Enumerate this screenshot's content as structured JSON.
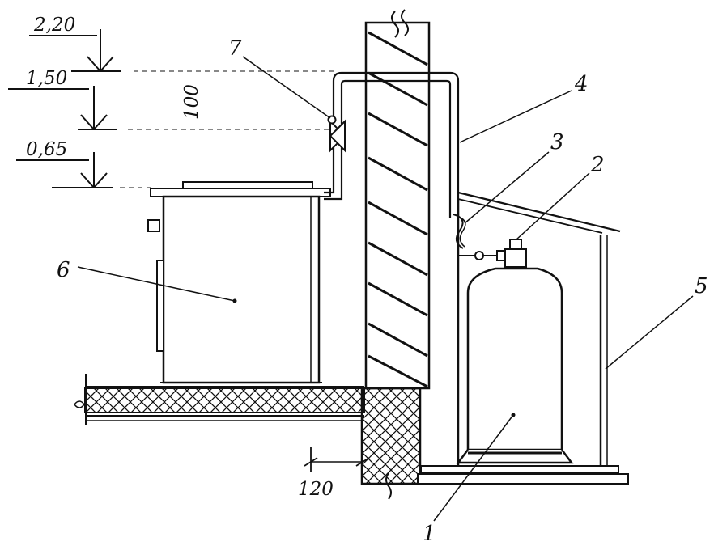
{
  "levels": {
    "l1": "2,20",
    "l2": "1,50",
    "l3": "0,65"
  },
  "dimensions": {
    "vertical": "100",
    "horizontal": "120"
  },
  "callouts": {
    "c1": "1",
    "c2": "2",
    "c3": "3",
    "c4": "4",
    "c5": "5",
    "c6": "6",
    "c7": "7"
  }
}
